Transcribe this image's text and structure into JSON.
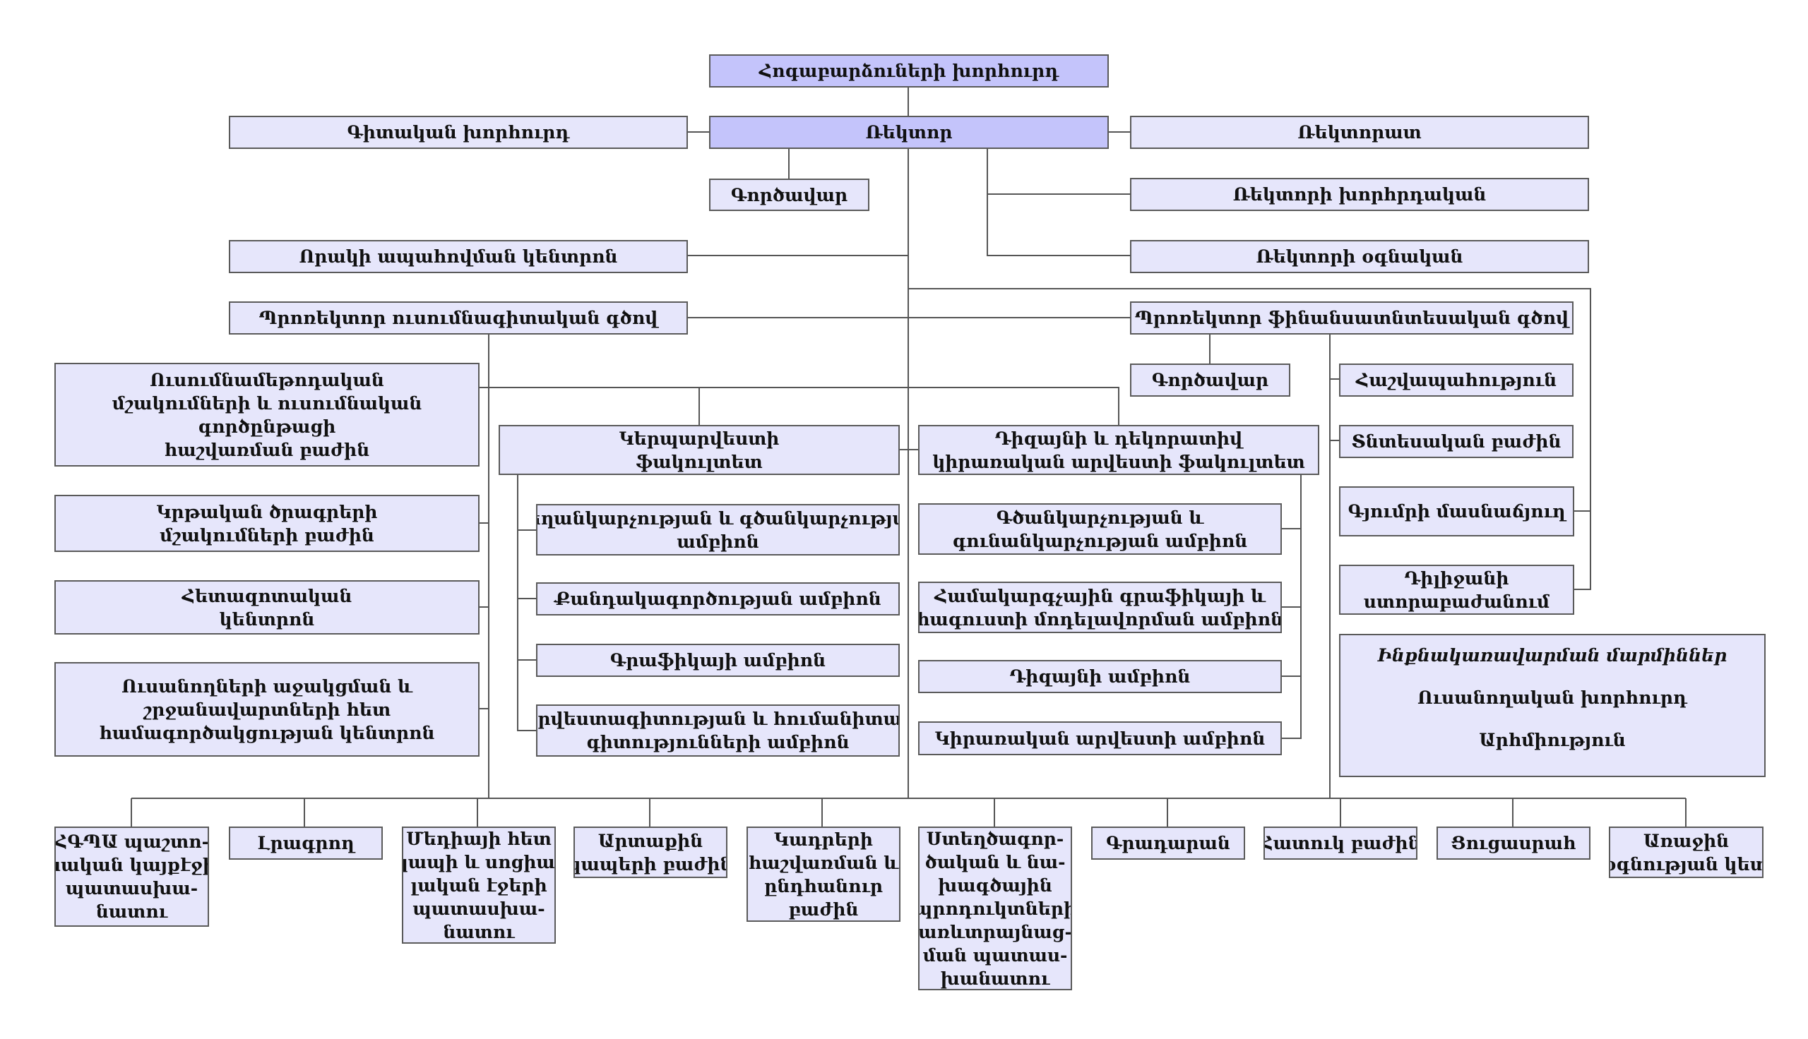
{
  "nodes": {
    "board": {
      "lines": [
        "Հոգաբարձուների խորհուրդ"
      ]
    },
    "scientific_council": {
      "lines": [
        "Գիտական խորհուրդ"
      ]
    },
    "rector": {
      "lines": [
        "Ռեկտոր"
      ]
    },
    "rectorate": {
      "lines": [
        "Ռեկտորատ"
      ]
    },
    "rector_office": {
      "lines": [
        "Գործավար"
      ]
    },
    "rector_advisor": {
      "lines": [
        "Ռեկտորի խորհրդական"
      ]
    },
    "rector_assistant": {
      "lines": [
        "Ռեկտորի օգնական"
      ]
    },
    "quality_center": {
      "lines": [
        "Որակի ապահովման կենտրոն"
      ]
    },
    "vp_academic": {
      "lines": [
        "Պրոռեկտոր ուսումնագիտական գծով"
      ]
    },
    "vp_finance": {
      "lines": [
        "Պրոռեկտոր ֆինանսատնտեսական գծով"
      ]
    },
    "finance_office": {
      "lines": [
        "Գործավար"
      ]
    },
    "accounting": {
      "lines": [
        "Հաշվապահություն"
      ]
    },
    "economic_dept": {
      "lines": [
        "Տնտեսական բաժին"
      ]
    },
    "gyumri_branch": {
      "lines": [
        "Գյումրի մասնաճյուղ"
      ]
    },
    "dilijan": {
      "lines": [
        "Դիլիջանի",
        "ստորաբաժանում"
      ]
    },
    "methods_dept": {
      "lines": [
        "Ուսումնամեթոդական",
        "մշակումների և ուսումնական",
        "գործընթացի",
        "հաշվառման բաժին"
      ]
    },
    "programs_dept": {
      "lines": [
        "Կրթական ծրագրերի",
        "մշակումների բաժին"
      ]
    },
    "research_center": {
      "lines": [
        "Հետազոտական",
        "կենտրոն"
      ]
    },
    "student_support": {
      "lines": [
        "Ուսանողների աջակցման և",
        "շրջանավարտների հետ",
        "համագործակցության կենտրոն"
      ]
    },
    "fine_arts": {
      "lines": [
        "Կերպարվեստի",
        "ֆակուլտետ"
      ]
    },
    "design_faculty": {
      "lines": [
        "Դիզայնի և դեկորատիվ",
        "կիրառական արվեստի ֆակուլտետ"
      ]
    },
    "painting_chair": {
      "lines": [
        "Գեղանկարչության և գծանկարչության",
        "ամբիոն"
      ]
    },
    "sculpture_chair": {
      "lines": [
        "Քանդակագործության ամբիոն"
      ]
    },
    "graphics_chair": {
      "lines": [
        "Գրաֆիկայի ամբիոն"
      ]
    },
    "art_history_chair": {
      "lines": [
        "Արվեստագիտության և հումանիտար",
        "գիտությունների ամբիոն"
      ]
    },
    "drawing_chair": {
      "lines": [
        "Գծանկարչության և",
        "գունանկարչության ամբիոն"
      ]
    },
    "computer_graphics_chair": {
      "lines": [
        "Համակարգչային գրաֆիկայի և",
        "հագուստի մոդելավորման ամբիոն"
      ]
    },
    "design_chair": {
      "lines": [
        "Դիզայնի ամբիոն"
      ]
    },
    "applied_art_chair": {
      "lines": [
        "Կիրառական արվեստի ամբիոն"
      ]
    },
    "governance": {
      "title": "Ինքնակառավարման մարմիններ",
      "items": [
        "Ուսանողական խորհուրդ",
        "Արհմիություն"
      ]
    },
    "website": {
      "lines": [
        "ՀԳՊԱ պաշտո-",
        "նական կայքէջի",
        "պատասխա-",
        "նատու"
      ]
    },
    "press": {
      "lines": [
        "Լրագրող"
      ]
    },
    "media": {
      "lines": [
        "Մեդիայի հետ",
        "կապի և սոցիա-",
        "լական էջերի",
        "պատասխա-",
        "նատու"
      ]
    },
    "external": {
      "lines": [
        "Արտաքին",
        "կապերի բաժին"
      ]
    },
    "hr": {
      "lines": [
        "Կադրերի",
        "հաշվառման և",
        "ընդհանուր",
        "բաժին"
      ]
    },
    "creative": {
      "lines": [
        "Ստեղծագոր-",
        "ծական և նա-",
        "խագծային",
        "պրոդուկտների",
        "առևտրայնաց-",
        "ման պատաս-",
        "խանատու"
      ]
    },
    "library": {
      "lines": [
        "Գրադարան"
      ]
    },
    "special": {
      "lines": [
        "Հատուկ բաժին"
      ]
    },
    "exhibition": {
      "lines": [
        "Ցուցասրահ"
      ]
    },
    "first_aid": {
      "lines": [
        "Առաջին",
        "օգնության կետ"
      ]
    }
  }
}
